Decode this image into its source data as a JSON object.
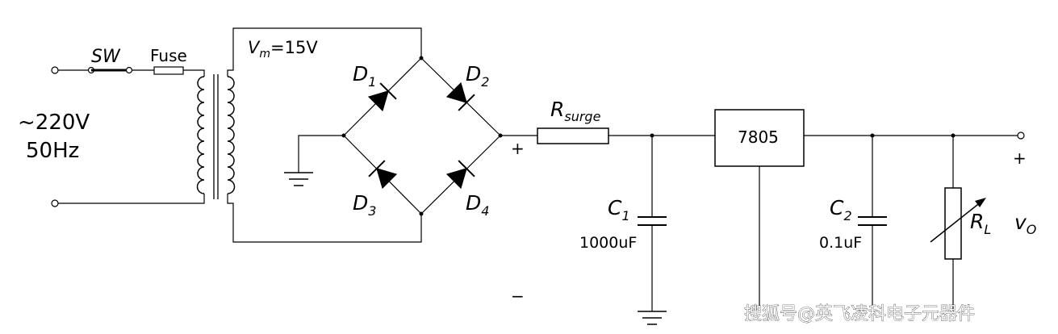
{
  "source": {
    "voltage": "~220V",
    "frequency": "50Hz"
  },
  "switch": {
    "label": "SW"
  },
  "fuse": {
    "label": "Fuse"
  },
  "transformer": {
    "vm_main": "V",
    "vm_sub": "m",
    "vm_value": "=15V"
  },
  "bridge": {
    "d1": {
      "main": "D",
      "sub": "1"
    },
    "d2": {
      "main": "D",
      "sub": "2"
    },
    "d3": {
      "main": "D",
      "sub": "3"
    },
    "d4": {
      "main": "D",
      "sub": "4"
    },
    "plus": "+",
    "minus": "−"
  },
  "rsurge": {
    "main": "R",
    "sub": "surge"
  },
  "c1": {
    "main": "C",
    "sub": "1",
    "value": "1000uF"
  },
  "regulator": {
    "label": "7805"
  },
  "c2": {
    "main": "C",
    "sub": "2",
    "value": "0.1uF"
  },
  "load": {
    "main": "R",
    "sub": "L"
  },
  "output": {
    "main": "v",
    "sub": "O",
    "plus": "+"
  },
  "watermark": {
    "text": "搜狐号@英飞凌科电子元器件"
  }
}
